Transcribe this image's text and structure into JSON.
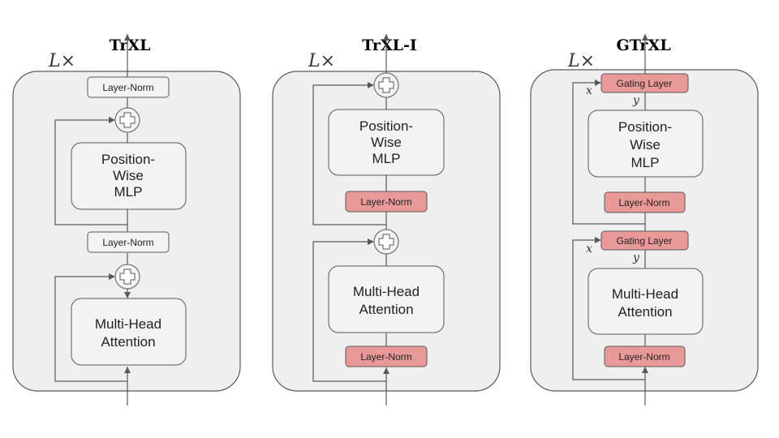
{
  "panels": [
    {
      "title": "TrXL",
      "repeat_label": "L×",
      "blocks": {
        "top_norm": "Layer-Norm",
        "mlp": [
          "Position-",
          "Wise",
          "MLP"
        ],
        "mid_norm": "Layer-Norm",
        "attention": [
          "Multi-Head",
          "Attention"
        ]
      }
    },
    {
      "title": "TrXL-I",
      "repeat_label": "L×",
      "blocks": {
        "mlp": [
          "Position-",
          "Wise",
          "MLP"
        ],
        "mlp_norm": "Layer-Norm",
        "attention": [
          "Multi-Head",
          "Attention"
        ],
        "attn_norm": "Layer-Norm"
      }
    },
    {
      "title": "GTrXL",
      "repeat_label": "L×",
      "blocks": {
        "top_gate": "Gating Layer",
        "mlp": [
          "Position-",
          "Wise",
          "MLP"
        ],
        "mlp_norm": "Layer-Norm",
        "mid_gate": "Gating Layer",
        "attention": [
          "Multi-Head",
          "Attention"
        ],
        "attn_norm": "Layer-Norm"
      },
      "gate_inputs": {
        "x": "x",
        "y": "y"
      }
    }
  ],
  "colors": {
    "panel_fill": "#efefef",
    "box_fill": "#f3f3f3",
    "highlight_fill": "#ea9999",
    "line": "#595959"
  }
}
